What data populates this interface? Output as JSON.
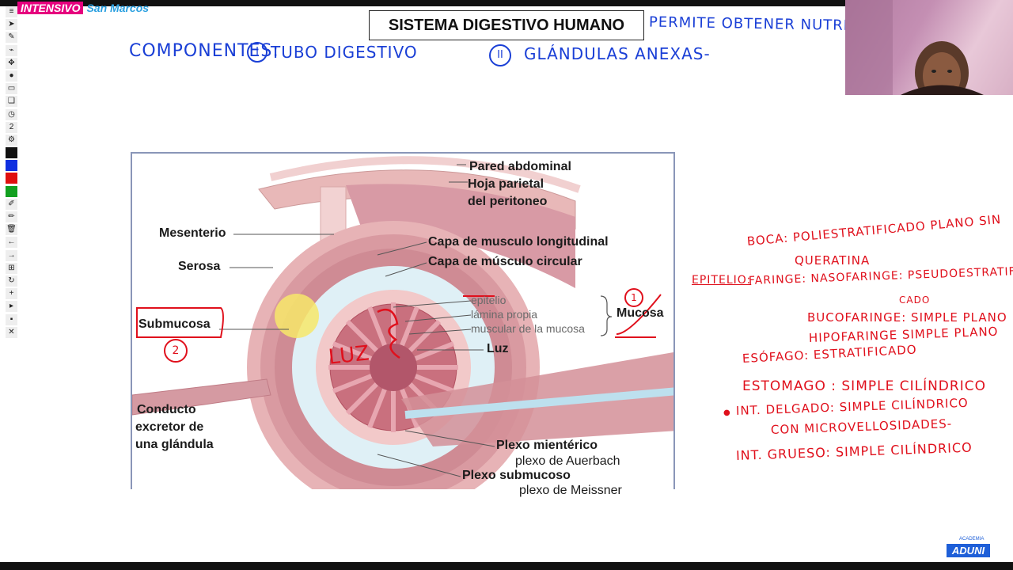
{
  "brand": {
    "badge": "INTENSIVO",
    "name": "San Marcos"
  },
  "toolbar": {
    "icons": [
      "menu-icon",
      "pointer-icon",
      "pen-icon",
      "eyedropper-icon",
      "move-icon",
      "record-icon",
      "eraser-icon",
      "page-icon",
      "timer-icon",
      "counter-icon",
      "settings-icon"
    ],
    "counter_label": "2",
    "colors": [
      "#111111",
      "#1030e0",
      "#e01010",
      "#12a020"
    ]
  },
  "title": "SISTEMA DIGESTIVO HUMANO",
  "handwriting": {
    "permite": "PERMITE   OBTENER  NUTRIEN",
    "componentes": "COMPONENTES:",
    "item1_num": "I",
    "item1": "TUBO  DIGESTIVO",
    "item2_num": "II",
    "item2": "GLÁNDULAS  ANEXAS-",
    "submucosa_num": "2",
    "mucosa_num": "1",
    "luz": "LUZ",
    "epitelio": "EPITELIO:",
    "boca": "BOCA:  POLIESTRATIFICADO PLANO SIN",
    "boca2": "QUERATINA",
    "faringe": "FARINGE:  NASOFARINGE:  PSEUDOESTRATIFI-",
    "faringe2": "CADO",
    "bucofaringe": "BUCOFARINGE:  SIMPLE  PLANO",
    "hipofaringe": "HIPOFARINGE  SIMPLE  PLANO",
    "esofago": "ESÓFAGO:  ESTRATIFICADO",
    "estomago": "ESTOMAGO :  SIMPLE  CILÍNDRICO",
    "int_delgado": "INT.  DELGADO:  SIMPLE  CILÍNDRICO",
    "int_delgado2": "CON  MICROVELLOSIDADES-",
    "int_grueso": "INT.  GRUESO:   SIMPLE  CILÍNDRICO"
  },
  "figure": {
    "pared_abdominal": "Pared abdominal",
    "hoja_parietal_1": "Hoja parietal",
    "hoja_parietal_2": "del peritoneo",
    "mesenterio": "Mesenterio",
    "serosa": "Serosa",
    "capa_longitudinal": "Capa de musculo longitudinal",
    "capa_circular": "Capa de músculo circular",
    "submucosa": "Submucosa",
    "epitelio": "epitelio",
    "lamina_propia": "lámina propia",
    "muscular_mucosa": "muscular de la mucosa",
    "mucosa": "Mucosa",
    "luz": "Luz",
    "conducto_1": "Conducto",
    "conducto_2": "excretor de",
    "conducto_3": "una glándula",
    "plexo_mienterico": "Plexo mientérico",
    "plexo_auerbach": "plexo de Auerbach",
    "plexo_submucoso": "Plexo submucoso",
    "plexo_meissner": "plexo de Meissner"
  },
  "logo": {
    "text": "ADUNI",
    "sub": "ACADEMIA"
  }
}
